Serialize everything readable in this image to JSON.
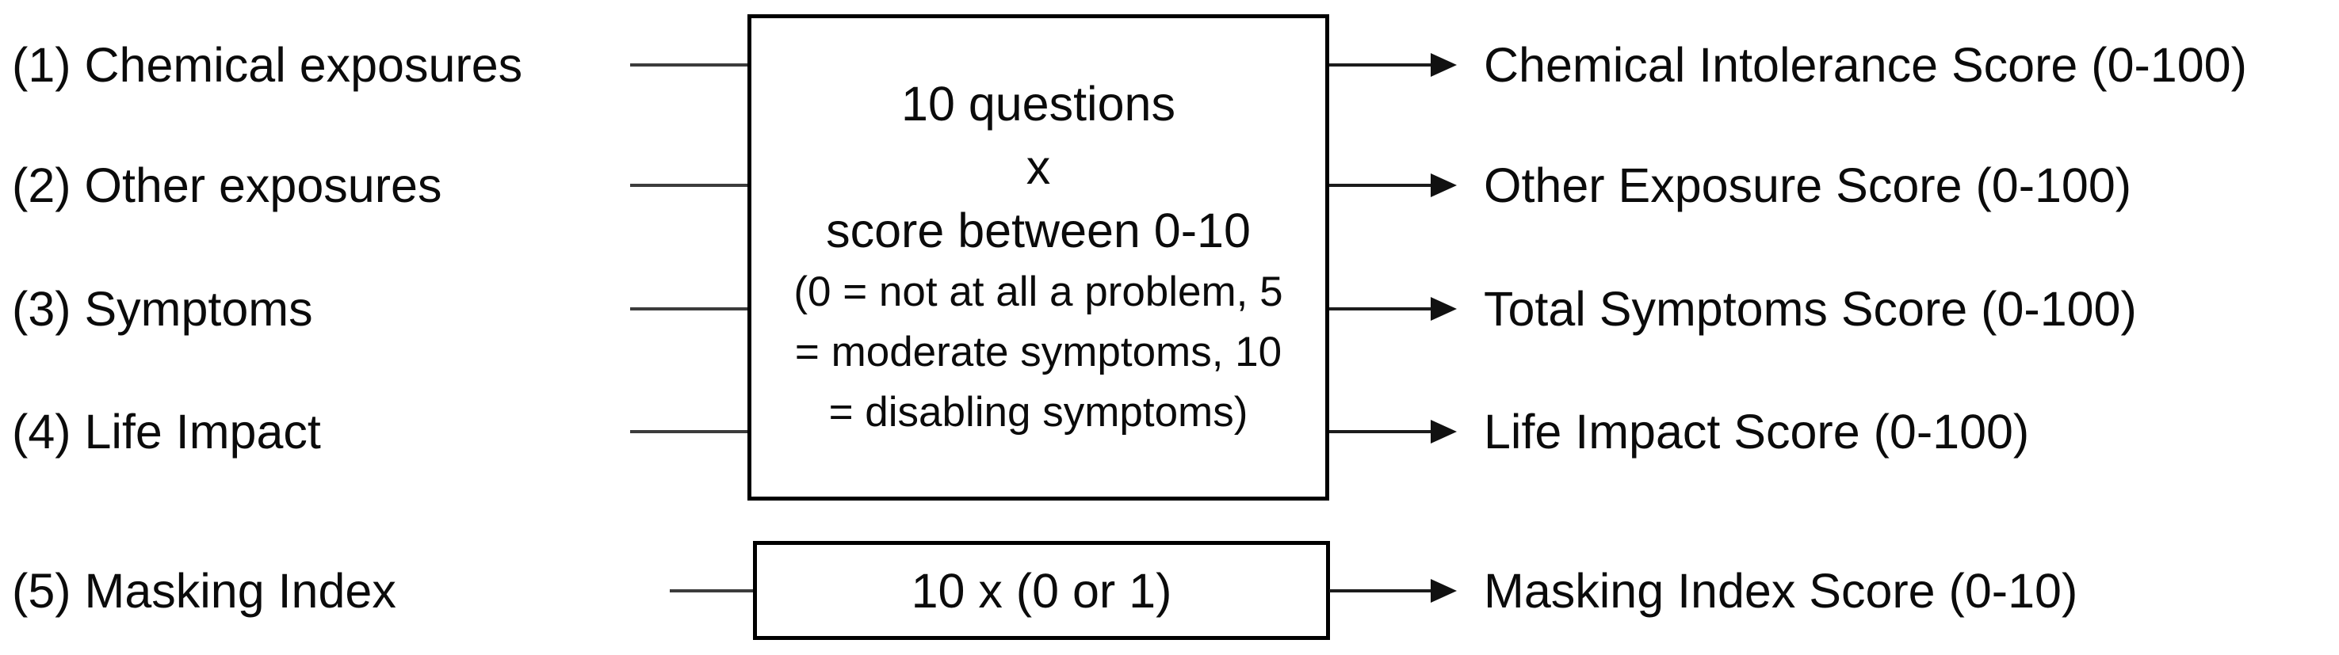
{
  "diagram": {
    "title": "questionnaire-scoring-flow",
    "inputs": [
      {
        "label": "(1) Chemical exposures"
      },
      {
        "label": "(2) Other exposures"
      },
      {
        "label": "(3) Symptoms"
      },
      {
        "label": "(4) Life Impact"
      },
      {
        "label": "(5) Masking Index"
      }
    ],
    "scoring_box": {
      "line1": "10 questions",
      "line2": "x",
      "line3": "score between 0-10",
      "note": "(0 = not at all a problem, 5 = moderate symptoms, 10 = disabling symptoms)"
    },
    "masking_box": {
      "label": "10 x (0 or 1)"
    },
    "outputs": [
      {
        "label": "Chemical Intolerance Score (0-100)"
      },
      {
        "label": "Other Exposure Score (0-100)"
      },
      {
        "label": "Total Symptoms Score (0-100)"
      },
      {
        "label": "Life Impact Score (0-100)"
      },
      {
        "label": "Masking Index Score (0-10)"
      }
    ],
    "colors": {
      "background": "#ffffff",
      "ink": "#0b0b0b",
      "box_border": "#000000",
      "connector": "#3c3c3c",
      "arrow": "#111111"
    }
  }
}
